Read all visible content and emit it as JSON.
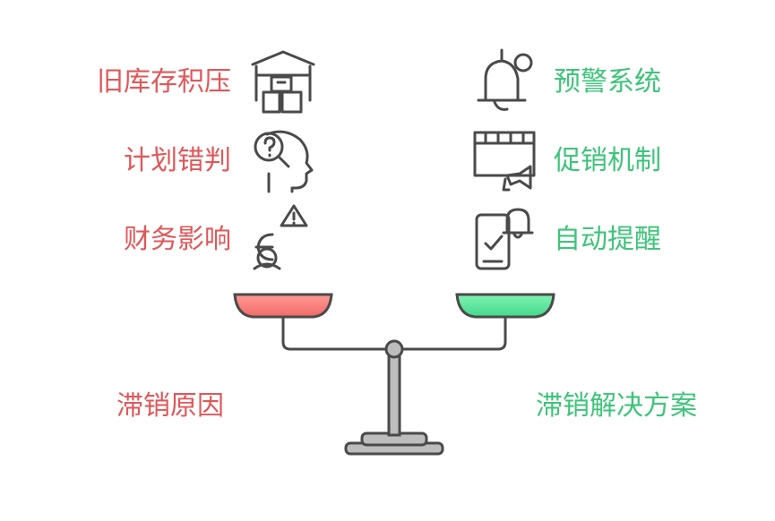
{
  "left_side": {
    "title": "滞销原因",
    "items": [
      {
        "label": "旧库存积压",
        "icon": "warehouse-boxes-icon"
      },
      {
        "label": "计划错判",
        "icon": "head-question-icon"
      },
      {
        "label": "财务影响",
        "icon": "person-warning-icon"
      }
    ]
  },
  "right_side": {
    "title": "滞销解决方案",
    "items": [
      {
        "label": "预警系统",
        "icon": "bell-icon"
      },
      {
        "label": "促销机制",
        "icon": "calendar-megaphone-icon"
      },
      {
        "label": "自动提醒",
        "icon": "phone-bell-icon"
      }
    ]
  },
  "colors": {
    "left_text": "#e15759",
    "right_text": "#3ec47a",
    "left_pan": "#f27b78",
    "right_pan": "#5fe39b",
    "outline": "#4a4a4a"
  }
}
